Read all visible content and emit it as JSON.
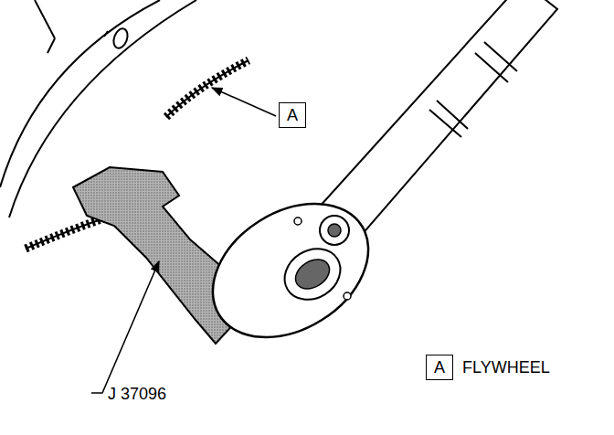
{
  "diagram": {
    "nodes": [
      {
        "text": [
          "A"
        ]
      },
      {
        "text": [
          "A"
        ]
      }
    ],
    "labels": [
      "J 37096",
      "FLYWHEEL"
    ]
  }
}
